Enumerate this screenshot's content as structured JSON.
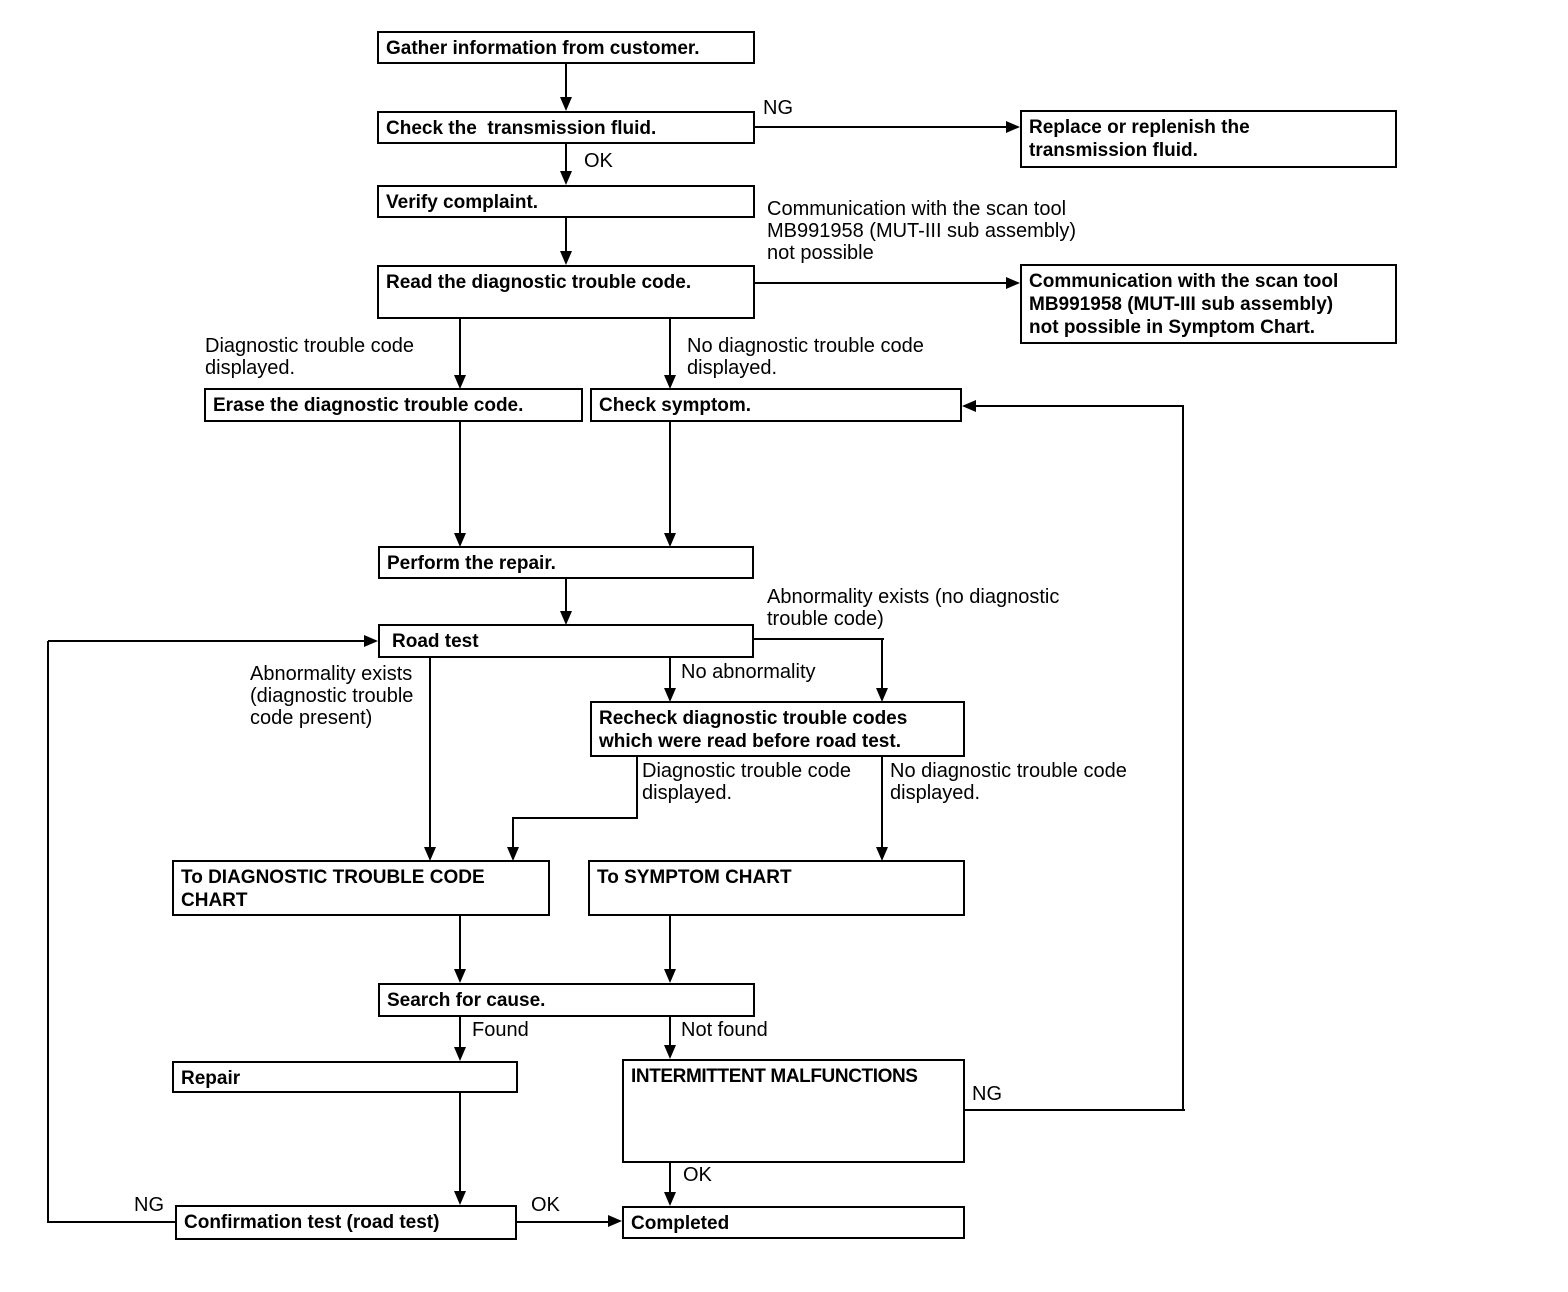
{
  "colors": {
    "ink": "#000000",
    "paper": "#ffffff"
  },
  "flowchart": {
    "nodes": {
      "gather": "Gather information from customer.",
      "check_fluid": "Check the  transmission fluid.",
      "replace_fluid": "Replace or replenish the\ntransmission fluid.",
      "verify": "Verify complaint.",
      "read_dtc": "Read the diagnostic trouble code.",
      "comm_fail": "Communication with the scan tool\nMB991958 (MUT-III sub assembly)\nnot possible in Symptom Chart.",
      "erase_dtc": "Erase the diagnostic trouble code.",
      "check_symptom": "Check symptom.",
      "perform_repair": "Perform the repair.",
      "road_test": "Road test",
      "recheck": "Recheck diagnostic trouble codes\nwhich were read before road test.",
      "to_dtc_chart": "To DIAGNOSTIC TROUBLE CODE\nCHART",
      "to_symptom_chart": "To SYMPTOM CHART",
      "search_cause": "Search for cause.",
      "repair": "Repair",
      "intermittent": "INTERMITTENT MALFUNCTIONS",
      "confirmation": "Confirmation test (road test)",
      "completed": "Completed"
    },
    "edge_labels": {
      "ng_fluid": "NG",
      "ok_fluid": "OK",
      "comm_note": "Communication with the scan tool\nMB991958 (MUT-III sub assembly)\nnot possible",
      "dtc_displayed": "Diagnostic trouble code\ndisplayed.",
      "no_dtc_displayed": "No diagnostic trouble code\ndisplayed.",
      "abnormality_no_dtc": "Abnormality exists (no diagnostic\ntrouble code)",
      "no_abnormality": "No abnormality",
      "abnormality_dtc": "Abnormality exists\n(diagnostic trouble\ncode present)",
      "dtc_displayed_2": "Diagnostic trouble code\ndisplayed.",
      "no_dtc_displayed_2": "No diagnostic trouble code\ndisplayed.",
      "found": "Found",
      "not_found": "Not found",
      "ng_intermittent": "NG",
      "ok_intermittent": "OK",
      "ng_confirmation": "NG",
      "ok_confirmation": "OK"
    }
  }
}
